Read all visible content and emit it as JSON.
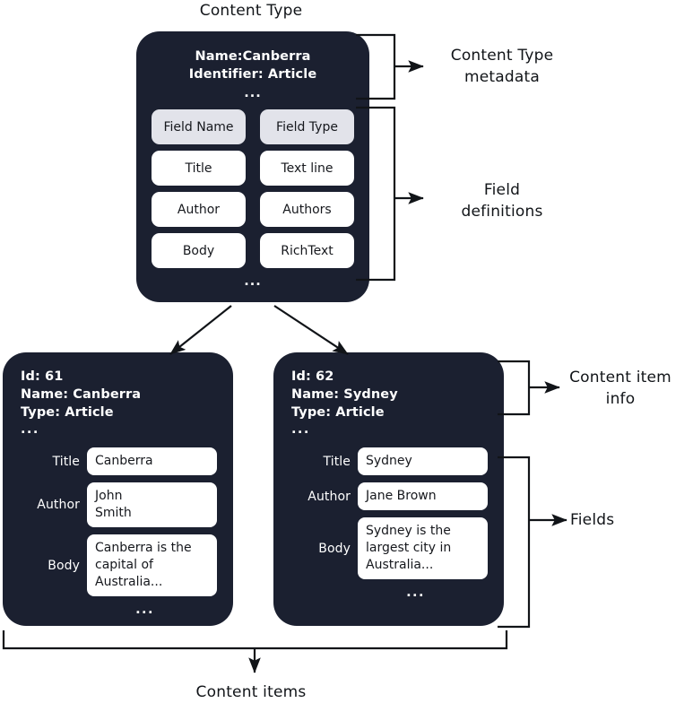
{
  "diagram": {
    "title": "Content Type",
    "bottom_label": "Content items",
    "ellipsis": "..."
  },
  "content_type": {
    "name_line": "Name:Canberra",
    "identifier_line": "Identifier: Article",
    "ellipsis_top": "...",
    "ellipsis_bottom": "...",
    "columns": [
      "Field Name",
      "Field Type"
    ],
    "fields": [
      {
        "name": "Title",
        "type": "Text line"
      },
      {
        "name": "Author",
        "type": "Authors"
      },
      {
        "name": "Body",
        "type": "RichText"
      }
    ]
  },
  "content_items": [
    {
      "id_line": "Id: 61",
      "name_line": "Name: Canberra",
      "type_line": "Type: Article",
      "ellipsis_top": "...",
      "ellipsis_bottom": "...",
      "fields": [
        {
          "label": "Title",
          "value": "Canberra"
        },
        {
          "label": "Author",
          "value": "John\nSmith"
        },
        {
          "label": "Body",
          "value": "Canberra is the\ncapital of\nAustralia..."
        }
      ]
    },
    {
      "id_line": "Id: 62",
      "name_line": "Name: Sydney",
      "type_line": "Type: Article",
      "ellipsis_top": "...",
      "ellipsis_bottom": "...",
      "fields": [
        {
          "label": "Title",
          "value": "Sydney"
        },
        {
          "label": "Author",
          "value": "Jane Brown"
        },
        {
          "label": "Body",
          "value": "Sydney is the\nlargest city in\nAustralia..."
        }
      ]
    }
  ],
  "annotations": {
    "content_type_metadata": "Content Type\nmetadata",
    "field_definitions": "Field\ndefinitions",
    "content_item_info": "Content item\ninfo",
    "fields": "Fields"
  },
  "colors": {
    "card_background": "#1b2030",
    "page_background": "#ffffff",
    "header_cell": "#e2e3ea",
    "cell": "#ffffff",
    "stroke": "#111418",
    "text_on_card": "#ffffff"
  }
}
